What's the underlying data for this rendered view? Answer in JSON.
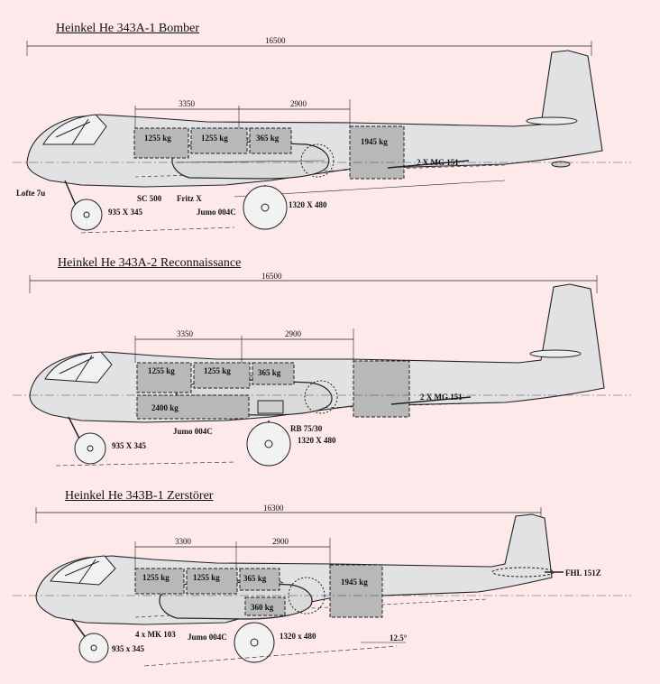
{
  "drawings": [
    {
      "title": "Heinkel He 343A-1 Bomber",
      "length": "16500",
      "dim_a": "3350",
      "dim_b": "2900",
      "boxes": [
        "1255 kg",
        "1255 kg",
        "365 kg",
        "1945 kg"
      ],
      "labels": [
        "2 X MG 151",
        "Lofte 7u",
        "SC 500",
        "Fritz X",
        "Jumo 004C",
        "935 X 345",
        "1320 X 480"
      ]
    },
    {
      "title": "Heinkel He 343A-2 Reconnaissance",
      "length": "16500",
      "dim_a": "3350",
      "dim_b": "2900",
      "boxes": [
        "1255 kg",
        "1255 kg",
        "365 kg",
        "2400 kg"
      ],
      "labels": [
        "2 X MG 151",
        "Jumo 004C",
        "RB 75/30",
        "935 X 345",
        "1320 X 480"
      ]
    },
    {
      "title": "Heinkel He 343B-1 Zerstörer",
      "length": "16300",
      "dim_a": "3300",
      "dim_b": "2900",
      "boxes": [
        "1255 kg",
        "1255 kg",
        "365 kg",
        "360 kg",
        "1945 kg"
      ],
      "labels": [
        "FHL 151Z",
        "4 x MK 103",
        "Jumo 004C",
        "935 x 345",
        "1320 x 480",
        "12.5°"
      ]
    }
  ]
}
